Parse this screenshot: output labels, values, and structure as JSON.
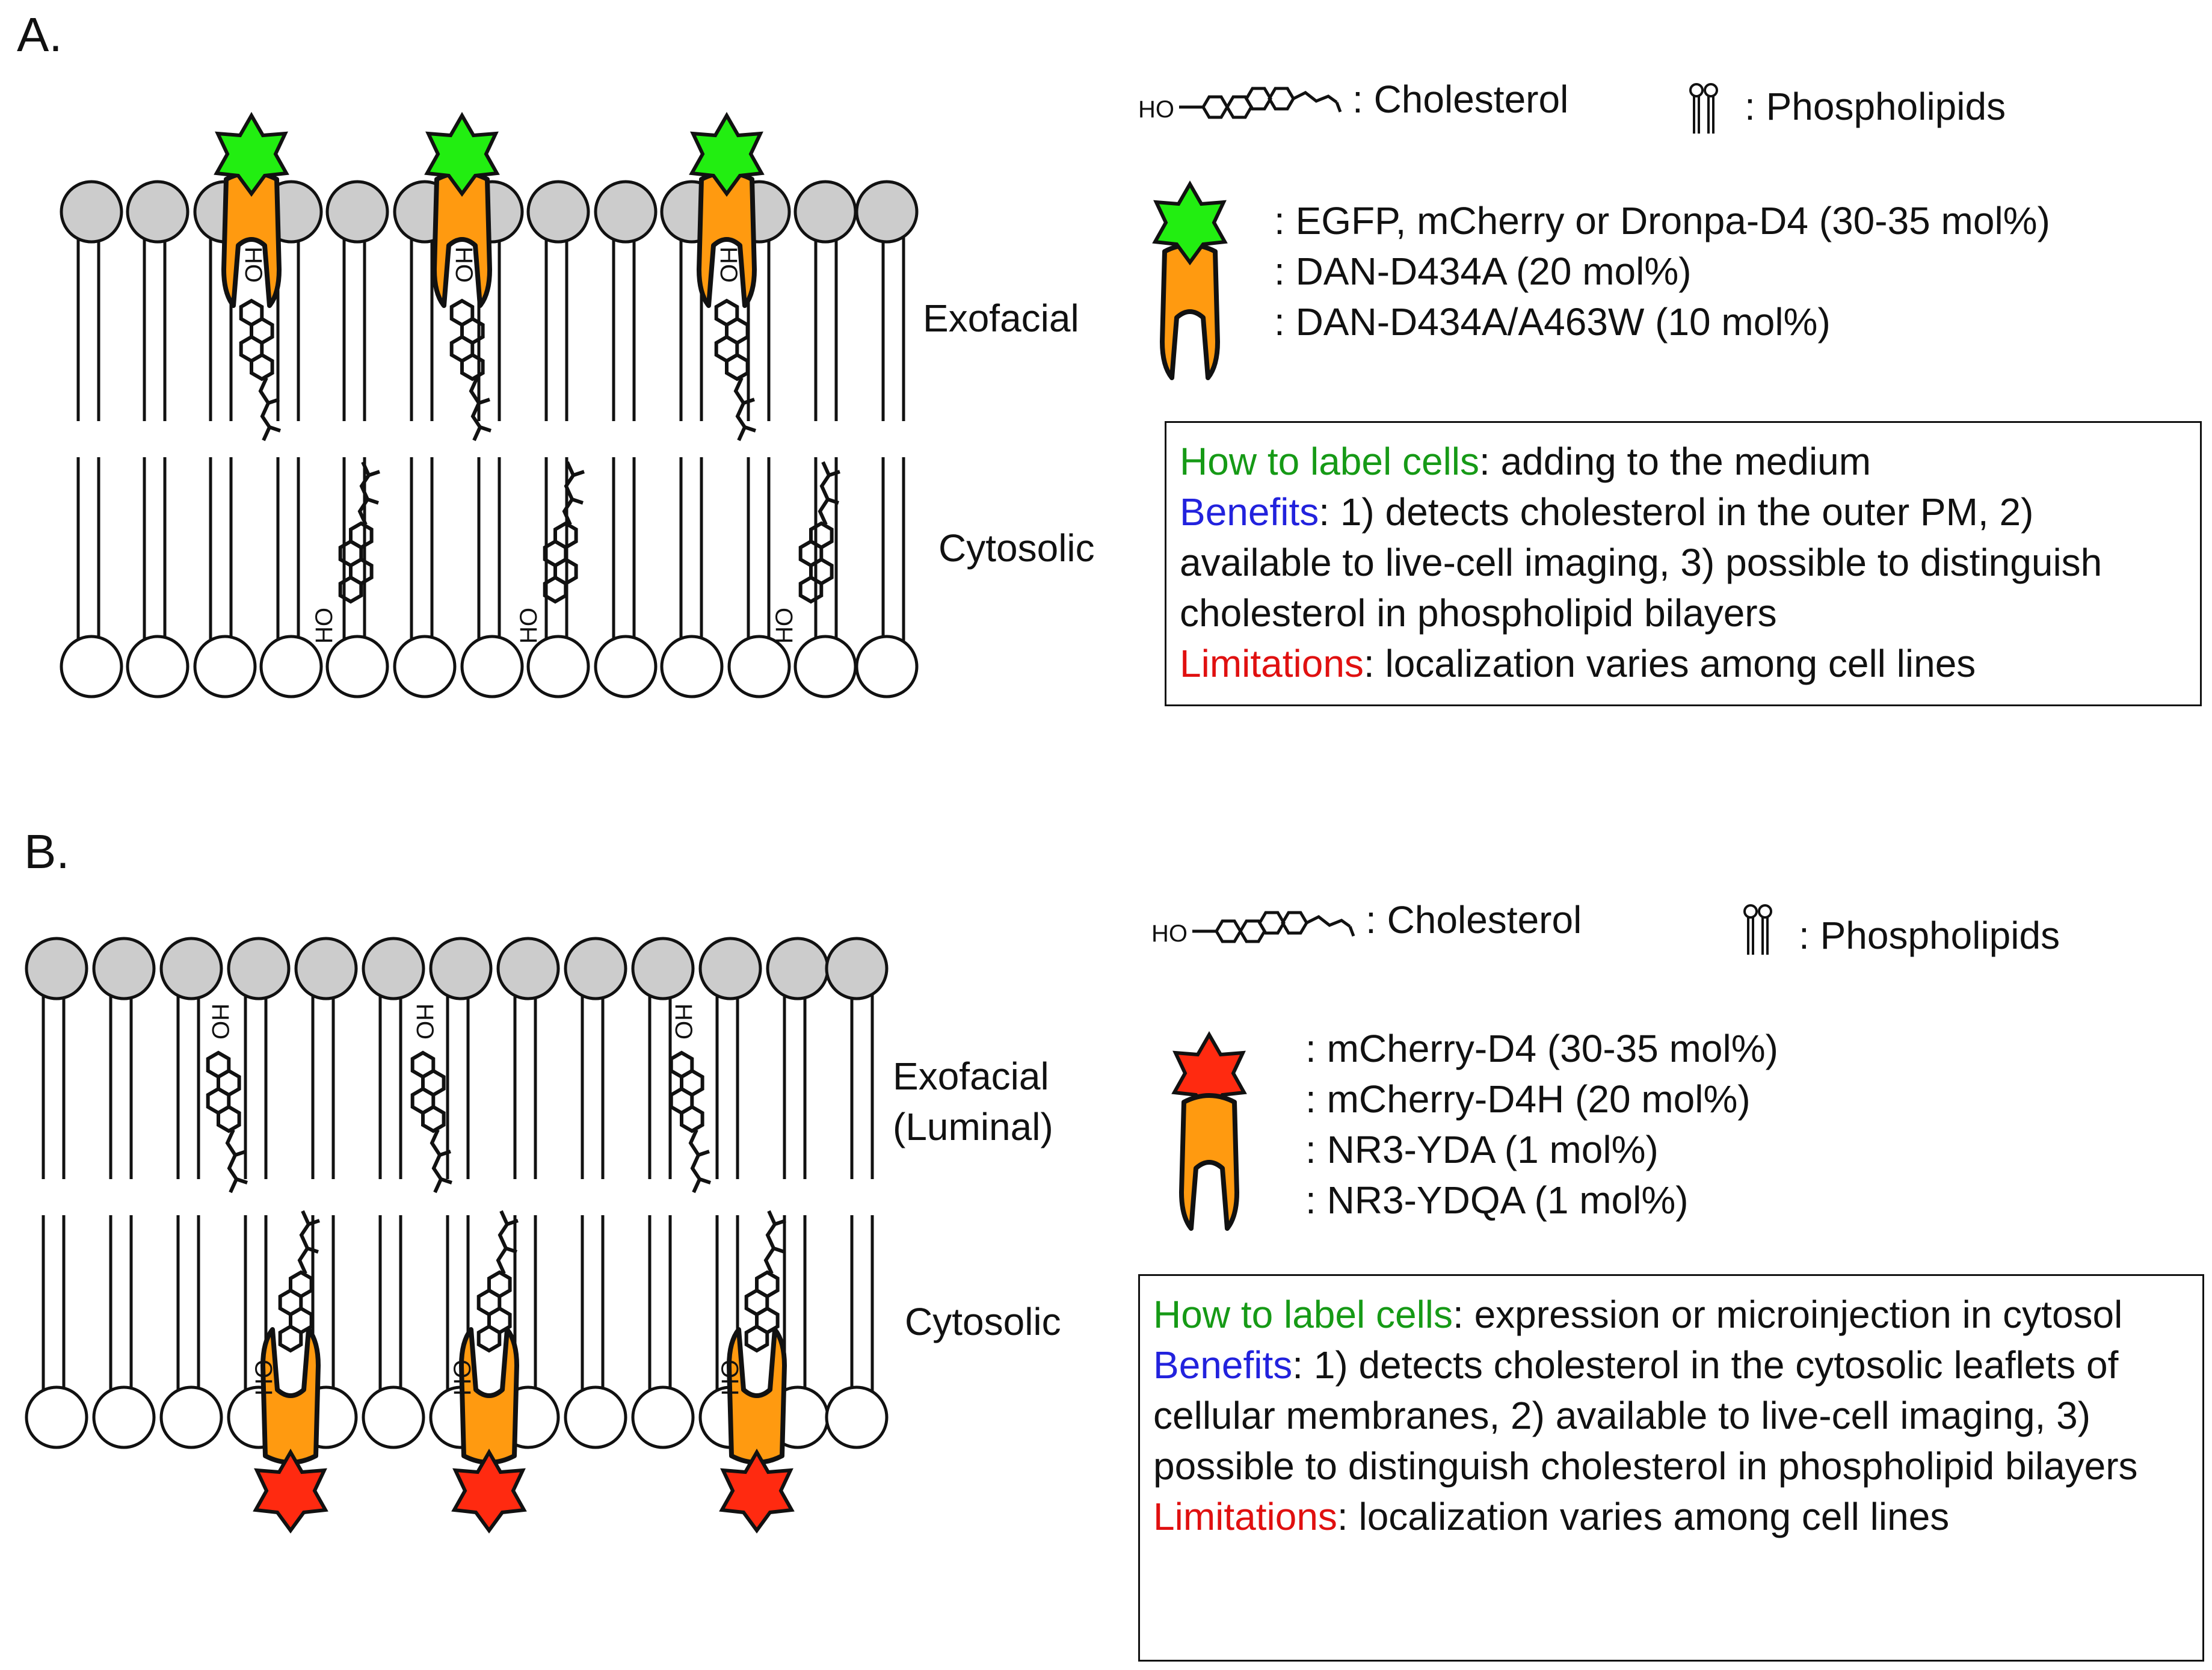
{
  "colors": {
    "head_outer": "#cccccc",
    "head_inner": "#ffffff",
    "star_green": "#22ee11",
    "star_red": "#ff2a10",
    "probe_orange": "#ff9a10",
    "how_to_color": "#169a16",
    "benefits_color": "#2222dd",
    "limitations_color": "#e01010"
  },
  "panelA": {
    "label": "A.",
    "exofacial": "Exofacial",
    "cytosolic": "Cytosolic",
    "cholesterol_oh": "HO",
    "legend": {
      "cholesterol_ho": "HO",
      "cholesterol": ": Cholesterol",
      "phospholipids": ": Phospholipids",
      "probe_lines": [
        ": EGFP, mCherry or Dronpa-D4 (30-35 mol%)",
        ": DAN-D434A (20 mol%)",
        ": DAN-D434A/A463W (10 mol%)"
      ]
    },
    "box": {
      "how_label": "How to label cells",
      "how_text": ": adding to the medium",
      "benefits_label": "Benefits",
      "benefits_text": ": 1) detects cholesterol in the outer PM, 2) available to live-cell imaging, 3) possible to distinguish cholesterol in phospholipid bilayers",
      "limitations_label": "Limitations",
      "limitations_text": ": localization varies among cell lines"
    }
  },
  "panelB": {
    "label": "B.",
    "exofacial": "Exofacial",
    "luminal": "(Luminal)",
    "cytosolic": "Cytosolic",
    "cholesterol_oh": "HO",
    "legend": {
      "cholesterol_ho": "HO",
      "cholesterol": ": Cholesterol",
      "phospholipids": ": Phospholipids",
      "probe_lines": [
        ": mCherry-D4 (30-35 mol%)",
        ": mCherry-D4H (20 mol%)",
        ": NR3-YDA (1 mol%)",
        ": NR3-YDQA (1 mol%)"
      ]
    },
    "box": {
      "how_label": "How to label cells",
      "how_text": ": expression or microinjection in cytosol",
      "benefits_label": "Benefits",
      "benefits_text": ": 1) detects cholesterol in the cytosolic leaflets of cellular membranes, 2) available to live-cell imaging, 3) possible to distinguish cholesterol in phospholipid bilayers",
      "limitations_label": "Limitations",
      "limitations_text": ": localization varies among cell lines"
    }
  }
}
